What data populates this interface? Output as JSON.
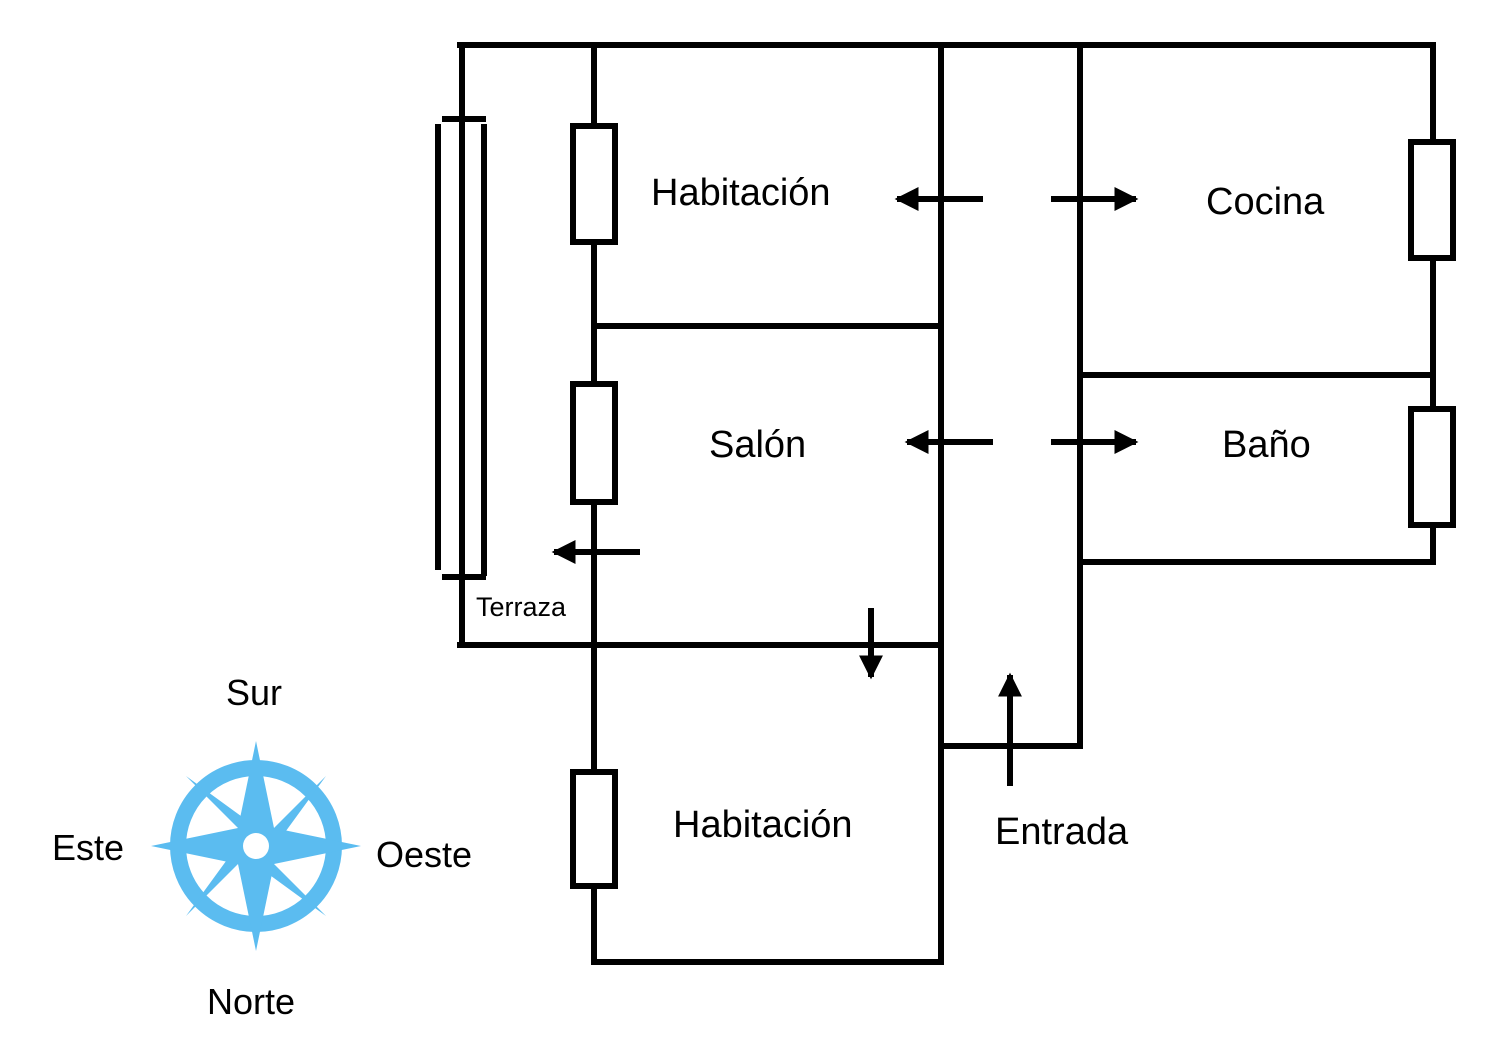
{
  "rooms": {
    "habitacion_top": "Habitación",
    "cocina": "Cocina",
    "salon": "Salón",
    "bano": "Baño",
    "terraza": "Terraza",
    "habitacion_bottom": "Habitación",
    "entrada": "Entrada"
  },
  "compass": {
    "north": "Norte",
    "south": "Sur",
    "east": "Este",
    "west": "Oeste",
    "color": "#5bbcf0"
  },
  "colors": {
    "wall": "#000000",
    "background": "#ffffff"
  }
}
